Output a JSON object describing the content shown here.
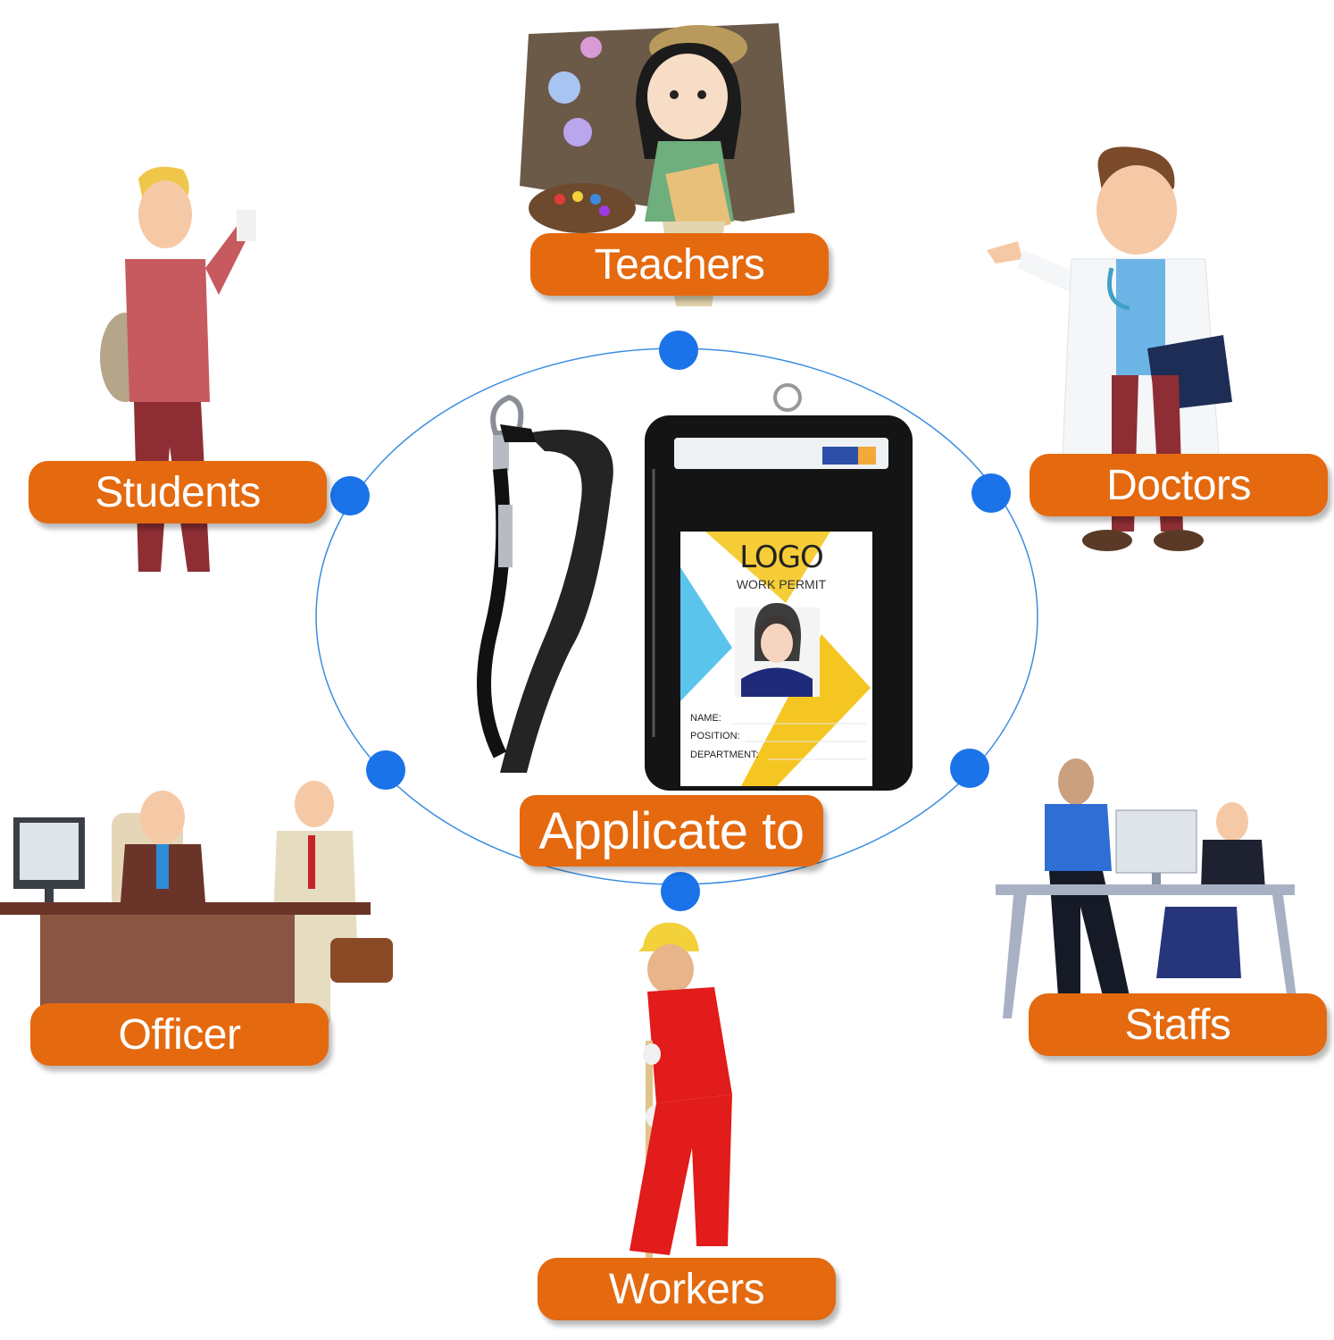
{
  "center": {
    "title": "Applicate to",
    "badge": {
      "logo": "LOGO",
      "subtitle": "WORK PERMIT",
      "fields": [
        "NAME:",
        "POSITION:",
        "DEPARTMENT:"
      ]
    }
  },
  "categories": [
    {
      "id": "teachers",
      "label": "Teachers"
    },
    {
      "id": "students",
      "label": "Students"
    },
    {
      "id": "doctors",
      "label": "Doctors"
    },
    {
      "id": "officer",
      "label": "Officer"
    },
    {
      "id": "staffs",
      "label": "Staffs"
    },
    {
      "id": "workers",
      "label": "Workers"
    }
  ],
  "colors": {
    "pill": "#e4690f",
    "node": "#1a73e8",
    "ring": "#3a8ee0"
  }
}
